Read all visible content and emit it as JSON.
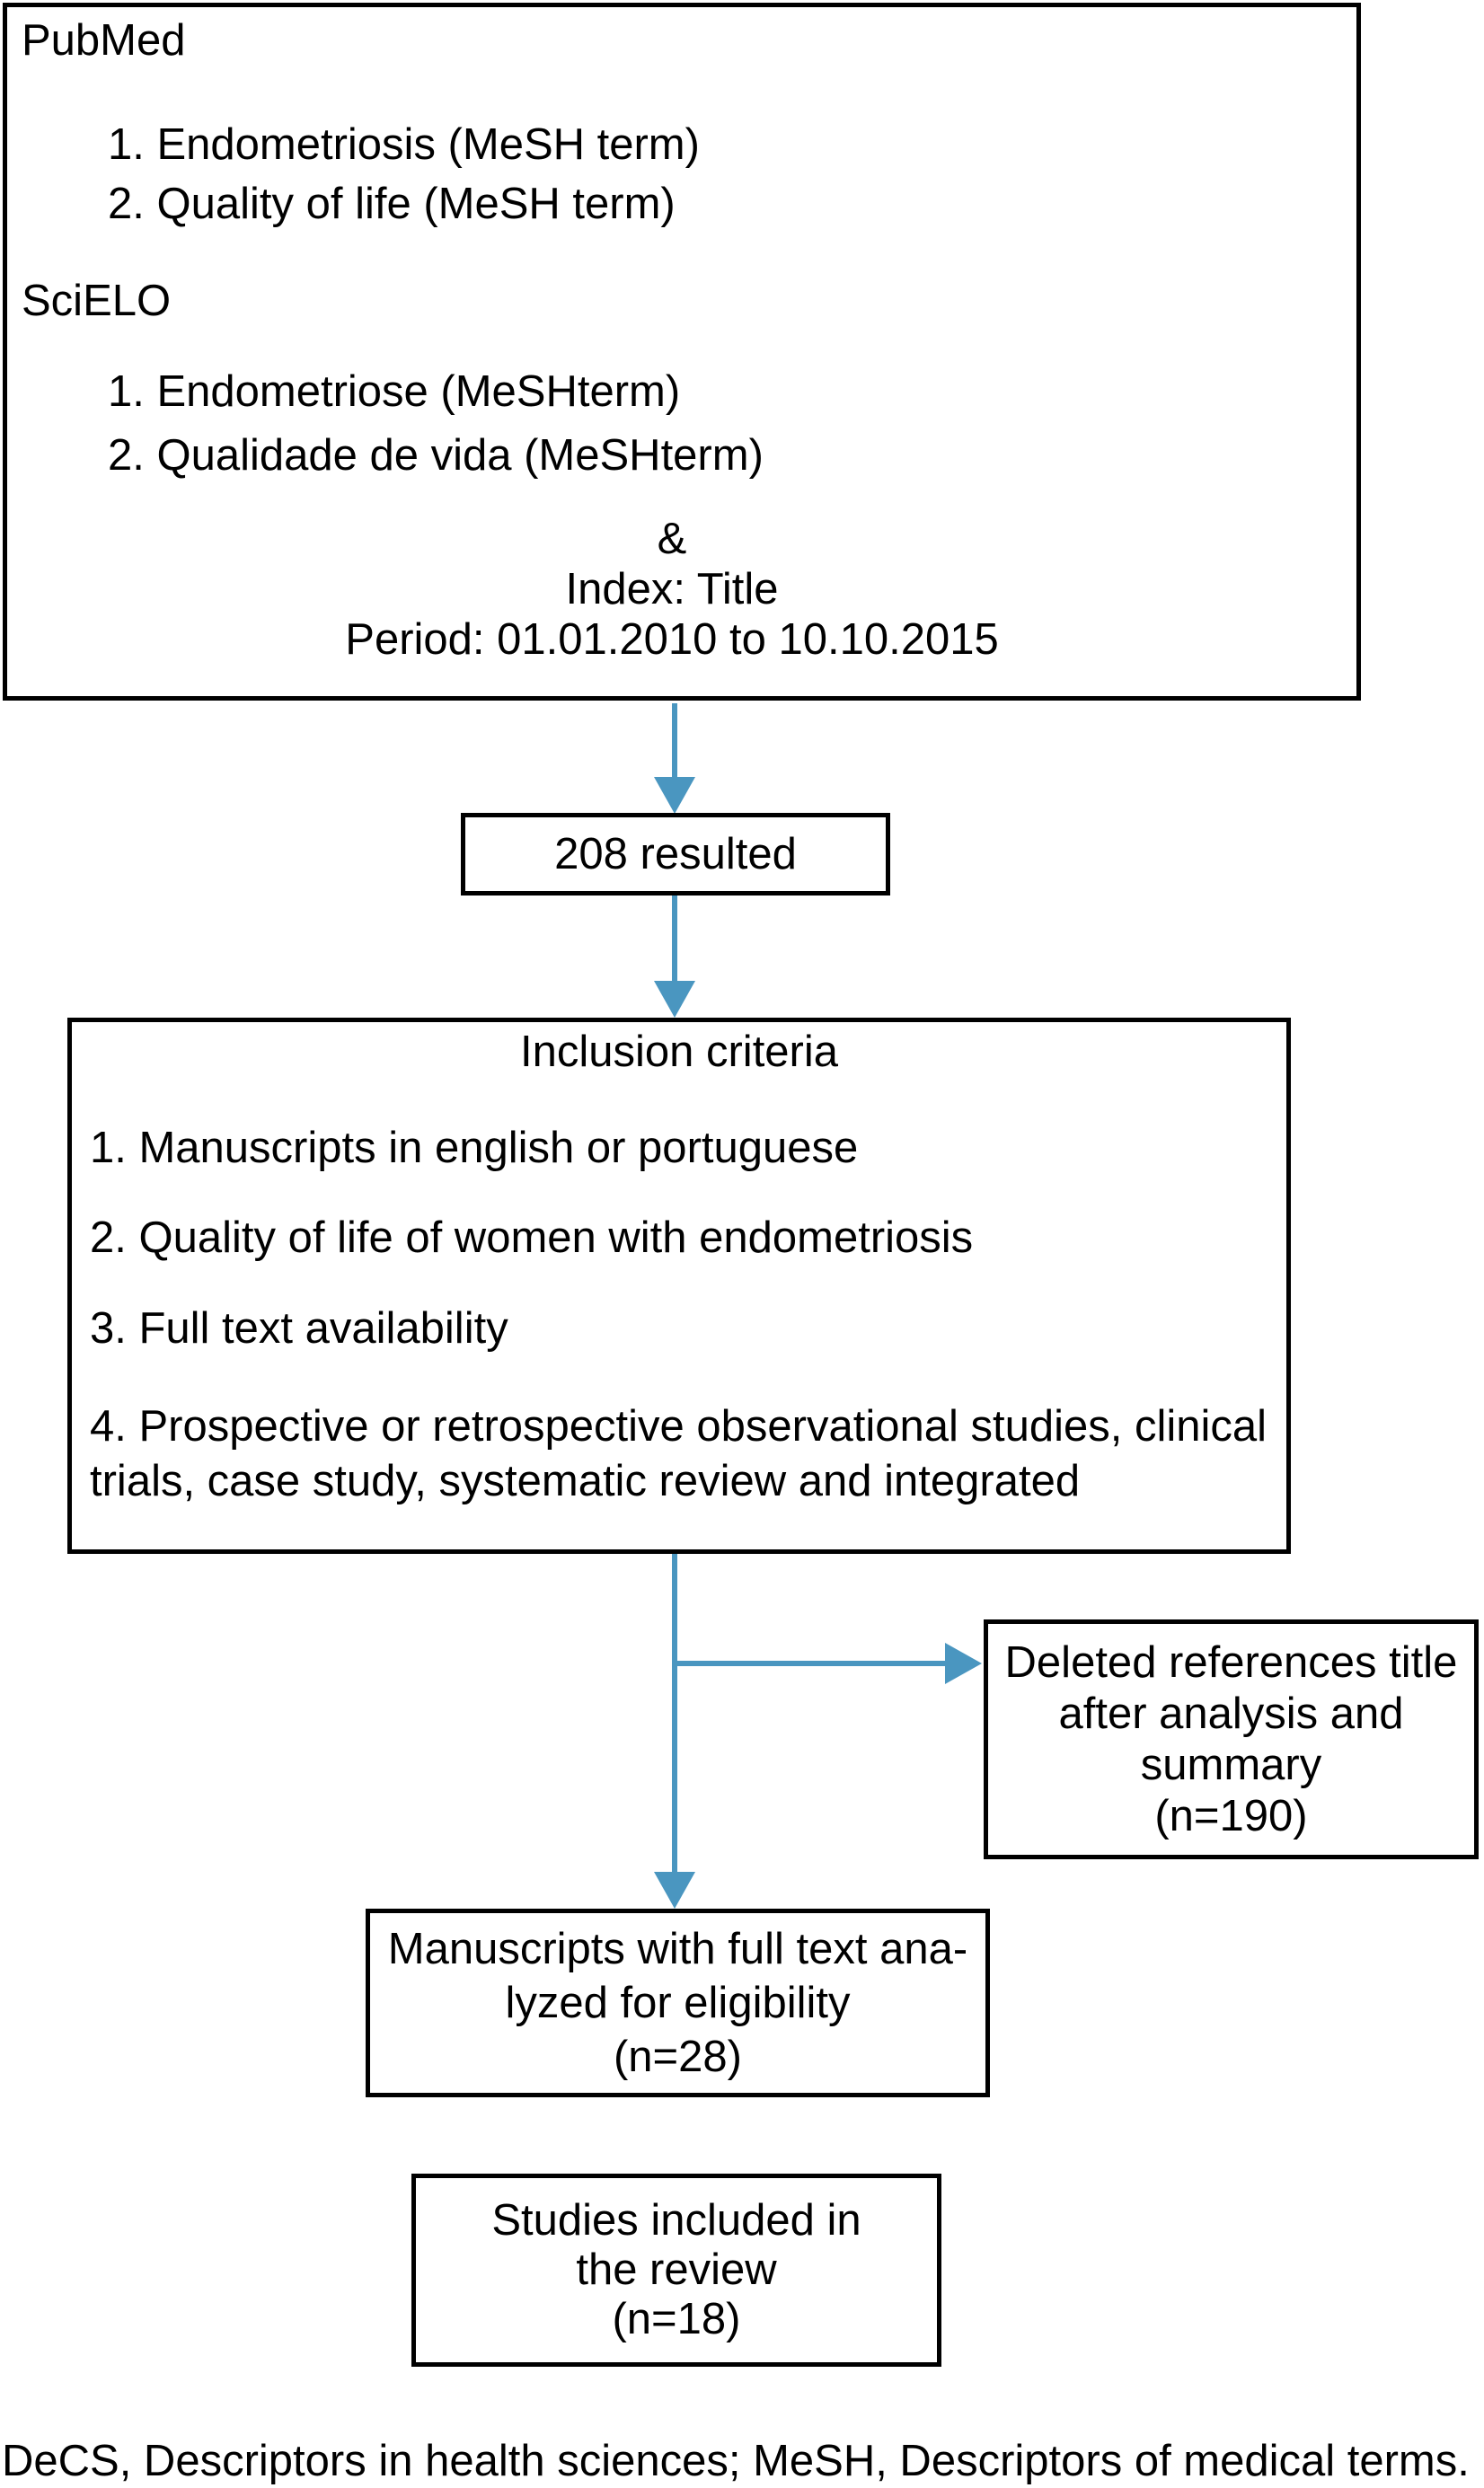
{
  "figure": {
    "background": "#ffffff",
    "arrow_color": "#4a96c0",
    "border_color": "#000000",
    "search_box": {
      "pubmed_heading": "PubMed",
      "pubmed_item_1": "1. Endometriosis (MeSH term)",
      "pubmed_item_2": "2. Quality of life (MeSH term)",
      "scielo_heading": "SciELO",
      "scielo_item_1": "1. Endometriose (MeSHterm)",
      "scielo_item_2": "2. Qualidade de vida (MeSHterm)",
      "ampersand": "&",
      "index_line": "Index: Title",
      "period_line": "Period: 01.01.2010 to 10.10.2015"
    },
    "results_box": {
      "label": "208 resulted"
    },
    "inclusion_box": {
      "title": "Inclusion criteria",
      "item_1": "1. Manuscripts in english or portuguese",
      "item_2": "2. Quality of life of women with endometriosis",
      "item_3": "3. Full text availability",
      "item_4": "4. Prospective or retrospective observational studies, clinical trials, case study, systematic review and integrated"
    },
    "deleted_box": {
      "line_1": "Deleted references title",
      "line_2": "after analysis and",
      "line_3": "summary",
      "line_4": "(n=190)"
    },
    "fulltext_box": {
      "line_1": "Manuscripts with full text ana-",
      "line_2": "lyzed for eligibility",
      "line_3": "(n=28)"
    },
    "included_box": {
      "line_1": "Studies included in",
      "line_2": "the review",
      "line_3": "(n=18)"
    },
    "footer": "DeCS, Descriptors in health sciences; MeSH, Descriptors of medical terms."
  }
}
